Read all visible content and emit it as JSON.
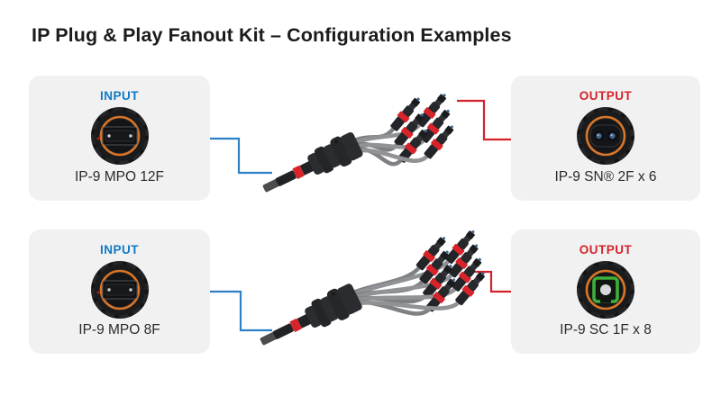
{
  "page": {
    "title": "IP Plug & Play Fanout Kit – Configuration Examples"
  },
  "colors": {
    "input_accent": "#0e7ac4",
    "output_accent": "#d2232a",
    "card_background": "#f1f1f2",
    "blue_connection_line": "#2e7fc4",
    "red_connection_line": "#d2232a",
    "orange_connector_ring": "#d8762a"
  },
  "rows": [
    {
      "input": {
        "role_label": "INPUT",
        "connector_label": "IP-9 MPO 12F",
        "connector_type": "mpo-icon"
      },
      "output": {
        "role_label": "OUTPUT",
        "connector_label": "IP-9 SN® 2F x 6",
        "connector_type": "sn-duplex-icon"
      },
      "fanout_legs": 6
    },
    {
      "input": {
        "role_label": "INPUT",
        "connector_label": "IP-9 MPO 8F",
        "connector_type": "mpo-icon"
      },
      "output": {
        "role_label": "OUTPUT",
        "connector_label": "IP-9 SC 1F x 8",
        "connector_type": "sc-icon"
      },
      "fanout_legs": 8
    }
  ]
}
